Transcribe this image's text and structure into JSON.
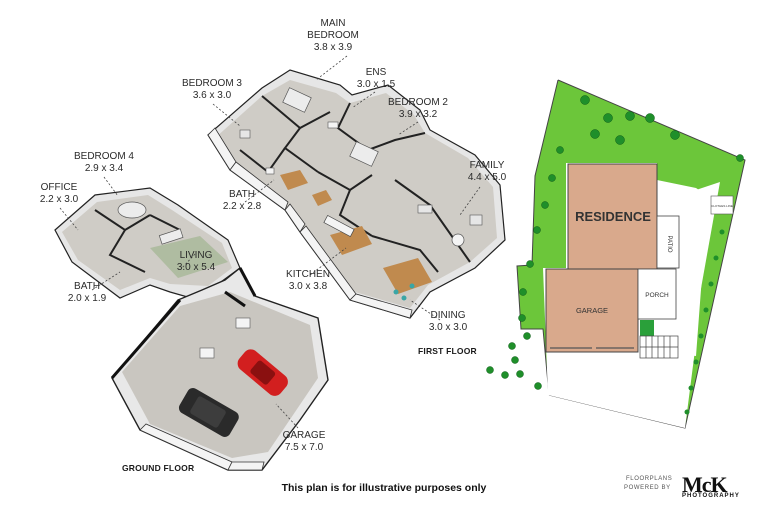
{
  "rooms": {
    "main_bedroom": {
      "name": "MAIN\nBEDROOM",
      "name1": "MAIN",
      "name2": "BEDROOM",
      "dim": "3.8 x 3.9"
    },
    "ens": {
      "name": "ENS",
      "dim": "3.0 x 1.5"
    },
    "bedroom3": {
      "name": "BEDROOM 3",
      "dim": "3.6 x 3.0"
    },
    "bedroom2": {
      "name": "BEDROOM 2",
      "dim": "3.9 x 3.2"
    },
    "bedroom4": {
      "name": "BEDROOM 4",
      "dim": "2.9 x 3.4"
    },
    "family": {
      "name": "FAMILY",
      "dim": "4.4 x 5.0"
    },
    "office": {
      "name": "OFFICE",
      "dim": "2.2 x 3.0"
    },
    "bath_first": {
      "name": "BATH",
      "dim": "2.2 x 2.8"
    },
    "living": {
      "name": "LIVING",
      "dim": "3.0 x 5.4"
    },
    "kitchen": {
      "name": "KITCHEN",
      "dim": "3.0 x 3.8"
    },
    "bath_ground": {
      "name": "BATH",
      "dim": "2.0 x 1.9"
    },
    "dining": {
      "name": "DINING",
      "dim": "3.0 x 3.0"
    },
    "garage_room": {
      "name": "GARAGE",
      "dim": "7.5 x 7.0"
    }
  },
  "floors": {
    "first": "FIRST FLOOR",
    "ground": "GROUND FLOOR"
  },
  "site_plan": {
    "residence": "RESIDENCE",
    "patio": "PATIO",
    "garage": "GARAGE",
    "porch": "PORCH",
    "tiny_label": "CLOTHES LINE",
    "colors": {
      "lawn": "#6cc63a",
      "building": "#d9a98c",
      "outline": "#444444"
    }
  },
  "disclaimer": "This plan is for illustrative purposes only",
  "branding": {
    "line1": "FLOORPLANS",
    "line2": "POWERED BY",
    "logo": "McK",
    "sub": "PHOTOGRAPHY"
  },
  "colors": {
    "floor": "#c9c6c0",
    "wall": "#f2f2f2",
    "wall_edge": "#222222",
    "wood": "#c08a4e",
    "car_red": "#d21f1f",
    "car_black": "#2a2a2a"
  }
}
